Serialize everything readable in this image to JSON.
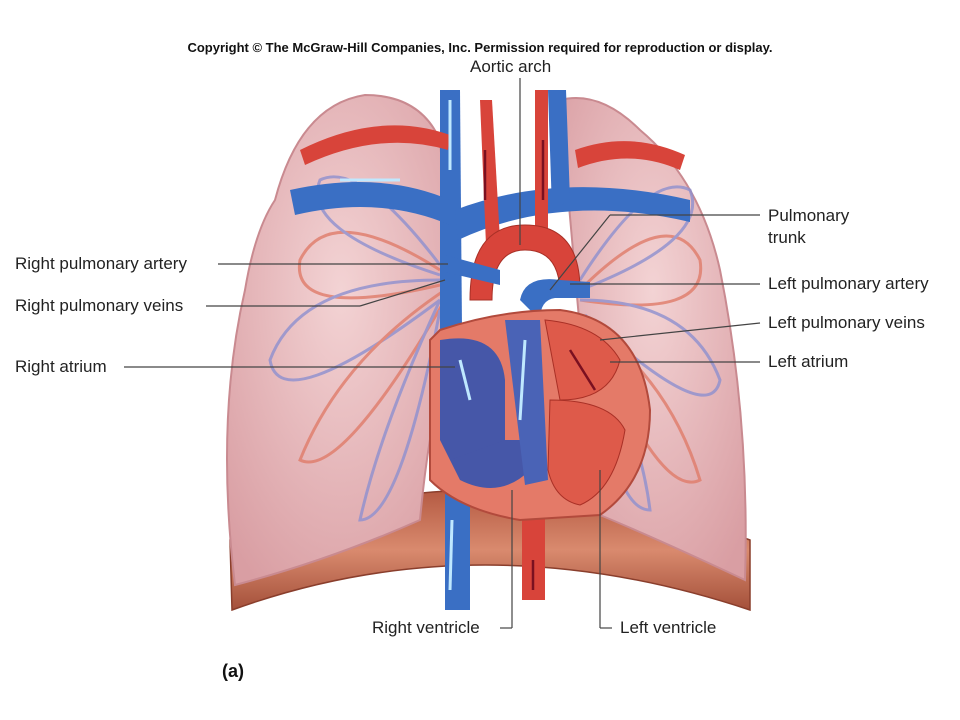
{
  "copyright": "Copyright © The McGraw-Hill Companies, Inc. Permission required for reproduction or display.",
  "figure_label": "(a)",
  "labels": {
    "aortic_arch": "Aortic arch",
    "pulmonary_trunk_1": "Pulmonary",
    "pulmonary_trunk_2": "trunk",
    "right_pulmonary_artery": "Right pulmonary artery",
    "right_pulmonary_veins": "Right pulmonary veins",
    "right_atrium": "Right atrium",
    "left_pulmonary_artery": "Left pulmonary artery",
    "left_pulmonary_veins": "Left pulmonary veins",
    "left_atrium": "Left atrium",
    "right_ventricle": "Right ventricle",
    "left_ventricle": "Left ventricle"
  },
  "colors": {
    "lung": "#e9b8bb",
    "diaphragm": "#c9745a",
    "vein_blue": "#3a6fc4",
    "artery_red": "#d8443a",
    "chamber_blue": "#4657a8",
    "chamber_red": "#de5a4a",
    "arrow_light": "#bfe8ff"
  }
}
